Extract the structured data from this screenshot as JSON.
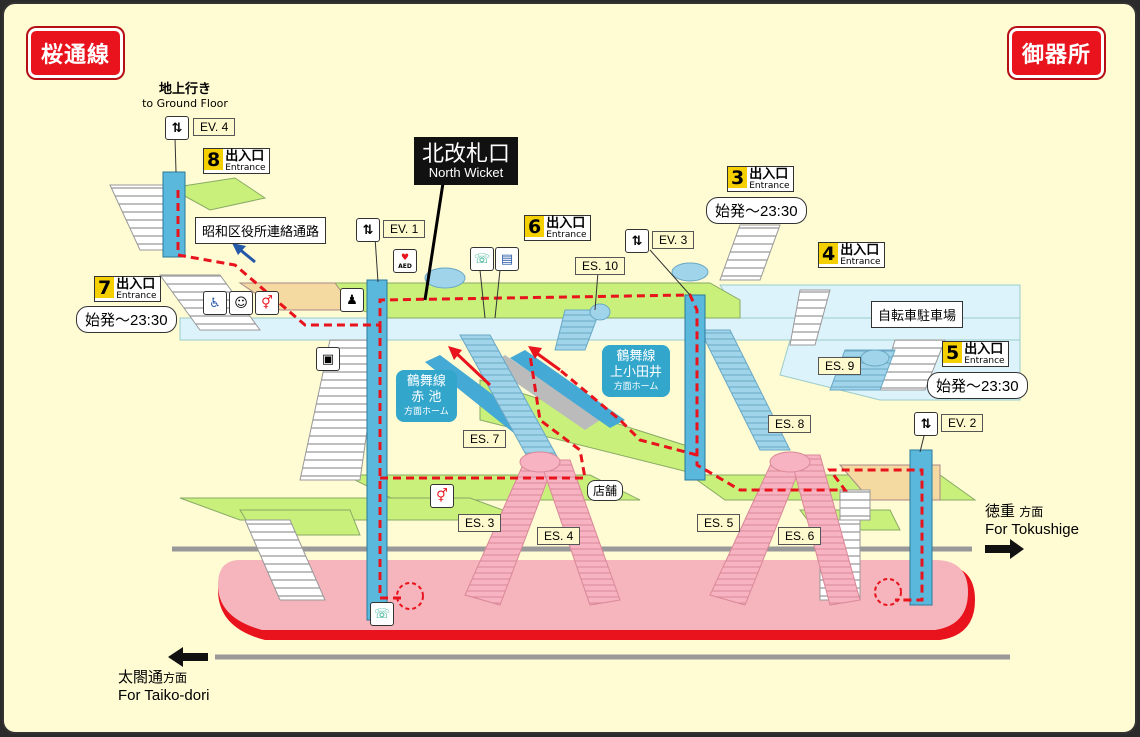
{
  "lines": {
    "left": "桜通線",
    "right": "御器所"
  },
  "north_wicket": {
    "jp": "北改札口",
    "en": "North Wicket"
  },
  "ground_floor": {
    "jp": "地上行き",
    "en": "to Ground Floor"
  },
  "city_hall_passage": "昭和区役所連絡通路",
  "bicycle_parking": "自転車駐車場",
  "shop": "店舗",
  "entrance_jp": "出入口",
  "entrance_en": "Entrance",
  "entrances": [
    {
      "num": "8"
    },
    {
      "num": "7"
    },
    {
      "num": "6"
    },
    {
      "num": "3"
    },
    {
      "num": "4"
    },
    {
      "num": "5"
    }
  ],
  "hours": {
    "e7": "始発～23:30",
    "e3": "始発～23:30",
    "e5": "始発～23:30"
  },
  "elevators": [
    "EV. 4",
    "EV. 1",
    "EV. 3",
    "EV. 2"
  ],
  "escalators": [
    "ES. 10",
    "ES. 9",
    "ES. 7",
    "ES. 8",
    "ES. 3",
    "ES. 4",
    "ES. 5",
    "ES. 6"
  ],
  "tsurumai_akaike": {
    "line": "鶴舞線",
    "dest": "赤 池",
    "sub": "方面ホーム"
  },
  "tsurumai_kamiotai": {
    "line": "鶴舞線",
    "dest": "上小田井",
    "sub": "方面ホーム"
  },
  "tokushige": {
    "jp": "徳重",
    "jp_sub": "方面",
    "en": "For Tokushige"
  },
  "taikodori": {
    "jp": "太閤通",
    "jp_sub": "方面",
    "en": "For Taiko-dori"
  },
  "aed": "AED",
  "colors": {
    "concourse": "#c8f07a",
    "floor": "#ddf3fb",
    "platform": "#f6b5bc",
    "platform_edge": "#e8131d",
    "elevator": "#5bb8dd",
    "route": "#e8131d",
    "badge": "#e8131d"
  }
}
